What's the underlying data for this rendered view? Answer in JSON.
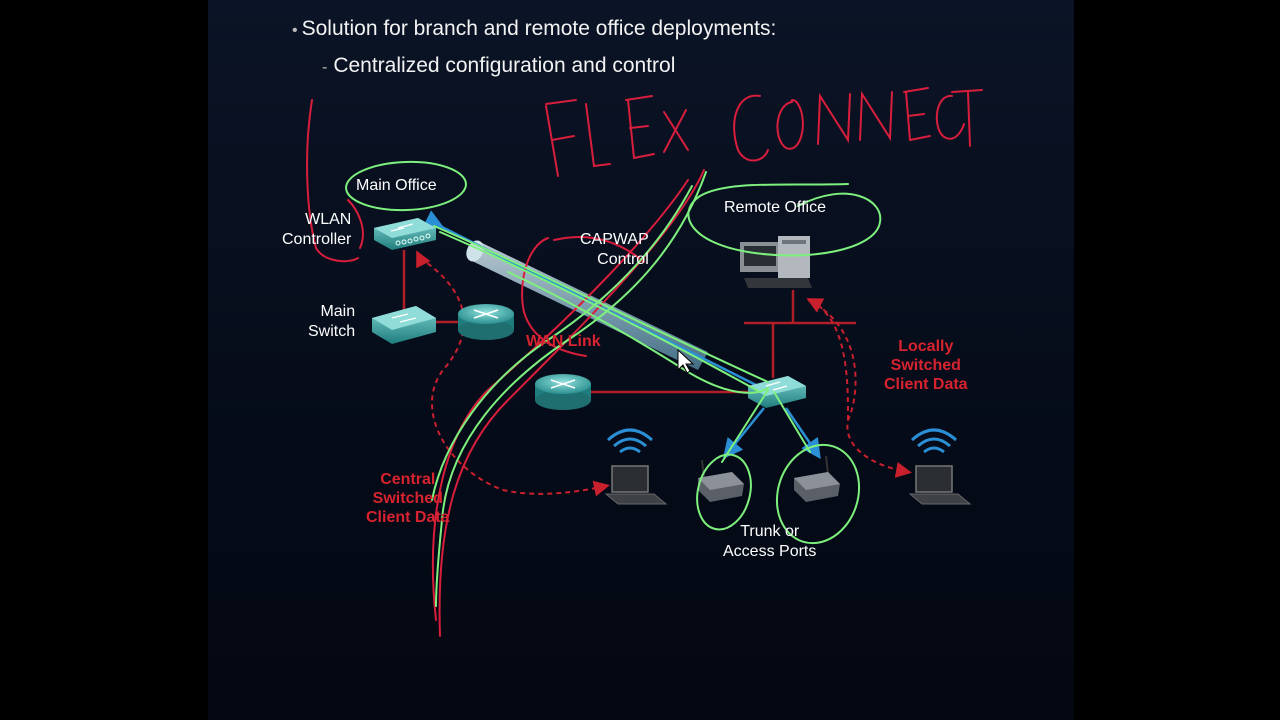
{
  "bullets": {
    "level1": "Solution for branch and remote office deployments:",
    "level2": "Centralized configuration and control",
    "marker1": "•",
    "marker2": "-"
  },
  "diagram": {
    "main_office": "Main Office",
    "wlan_controller": [
      "WLAN",
      "Controller"
    ],
    "main_switch": [
      "Main",
      "Switch"
    ],
    "capwap_control": [
      "CAPWAP",
      "Control"
    ],
    "wan_link": "WAN Link",
    "remote_office": "Remote Office",
    "locally_switched": [
      "Locally",
      "Switched",
      "Client Data"
    ],
    "central_switched": [
      "Central",
      "Switched",
      "Client Data"
    ],
    "trunk_ports": [
      "Trunk or",
      "Access Ports"
    ]
  },
  "annotation": {
    "handwritten_title": "FLEX CONNECT"
  },
  "colors": {
    "device_teal": "#3aa7a6",
    "link_red": "#b01e28",
    "label_red": "#d7232f",
    "marker_green": "#7ef07e",
    "marker_red": "#d81e3c",
    "wireless_blue": "#2b8fd6"
  }
}
